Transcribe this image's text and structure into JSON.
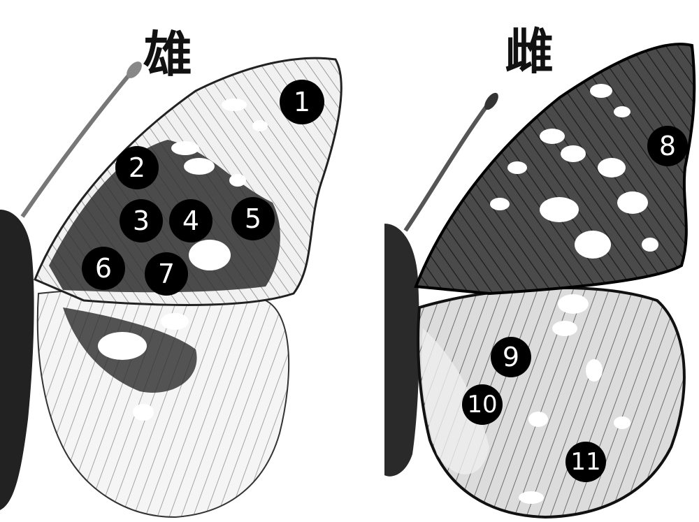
{
  "panels": [
    {
      "label": "雄",
      "markers": [
        "1",
        "2",
        "3",
        "4",
        "5",
        "6",
        "7"
      ]
    },
    {
      "label": "雌",
      "markers": [
        "8",
        "9",
        "10",
        "11"
      ]
    }
  ]
}
